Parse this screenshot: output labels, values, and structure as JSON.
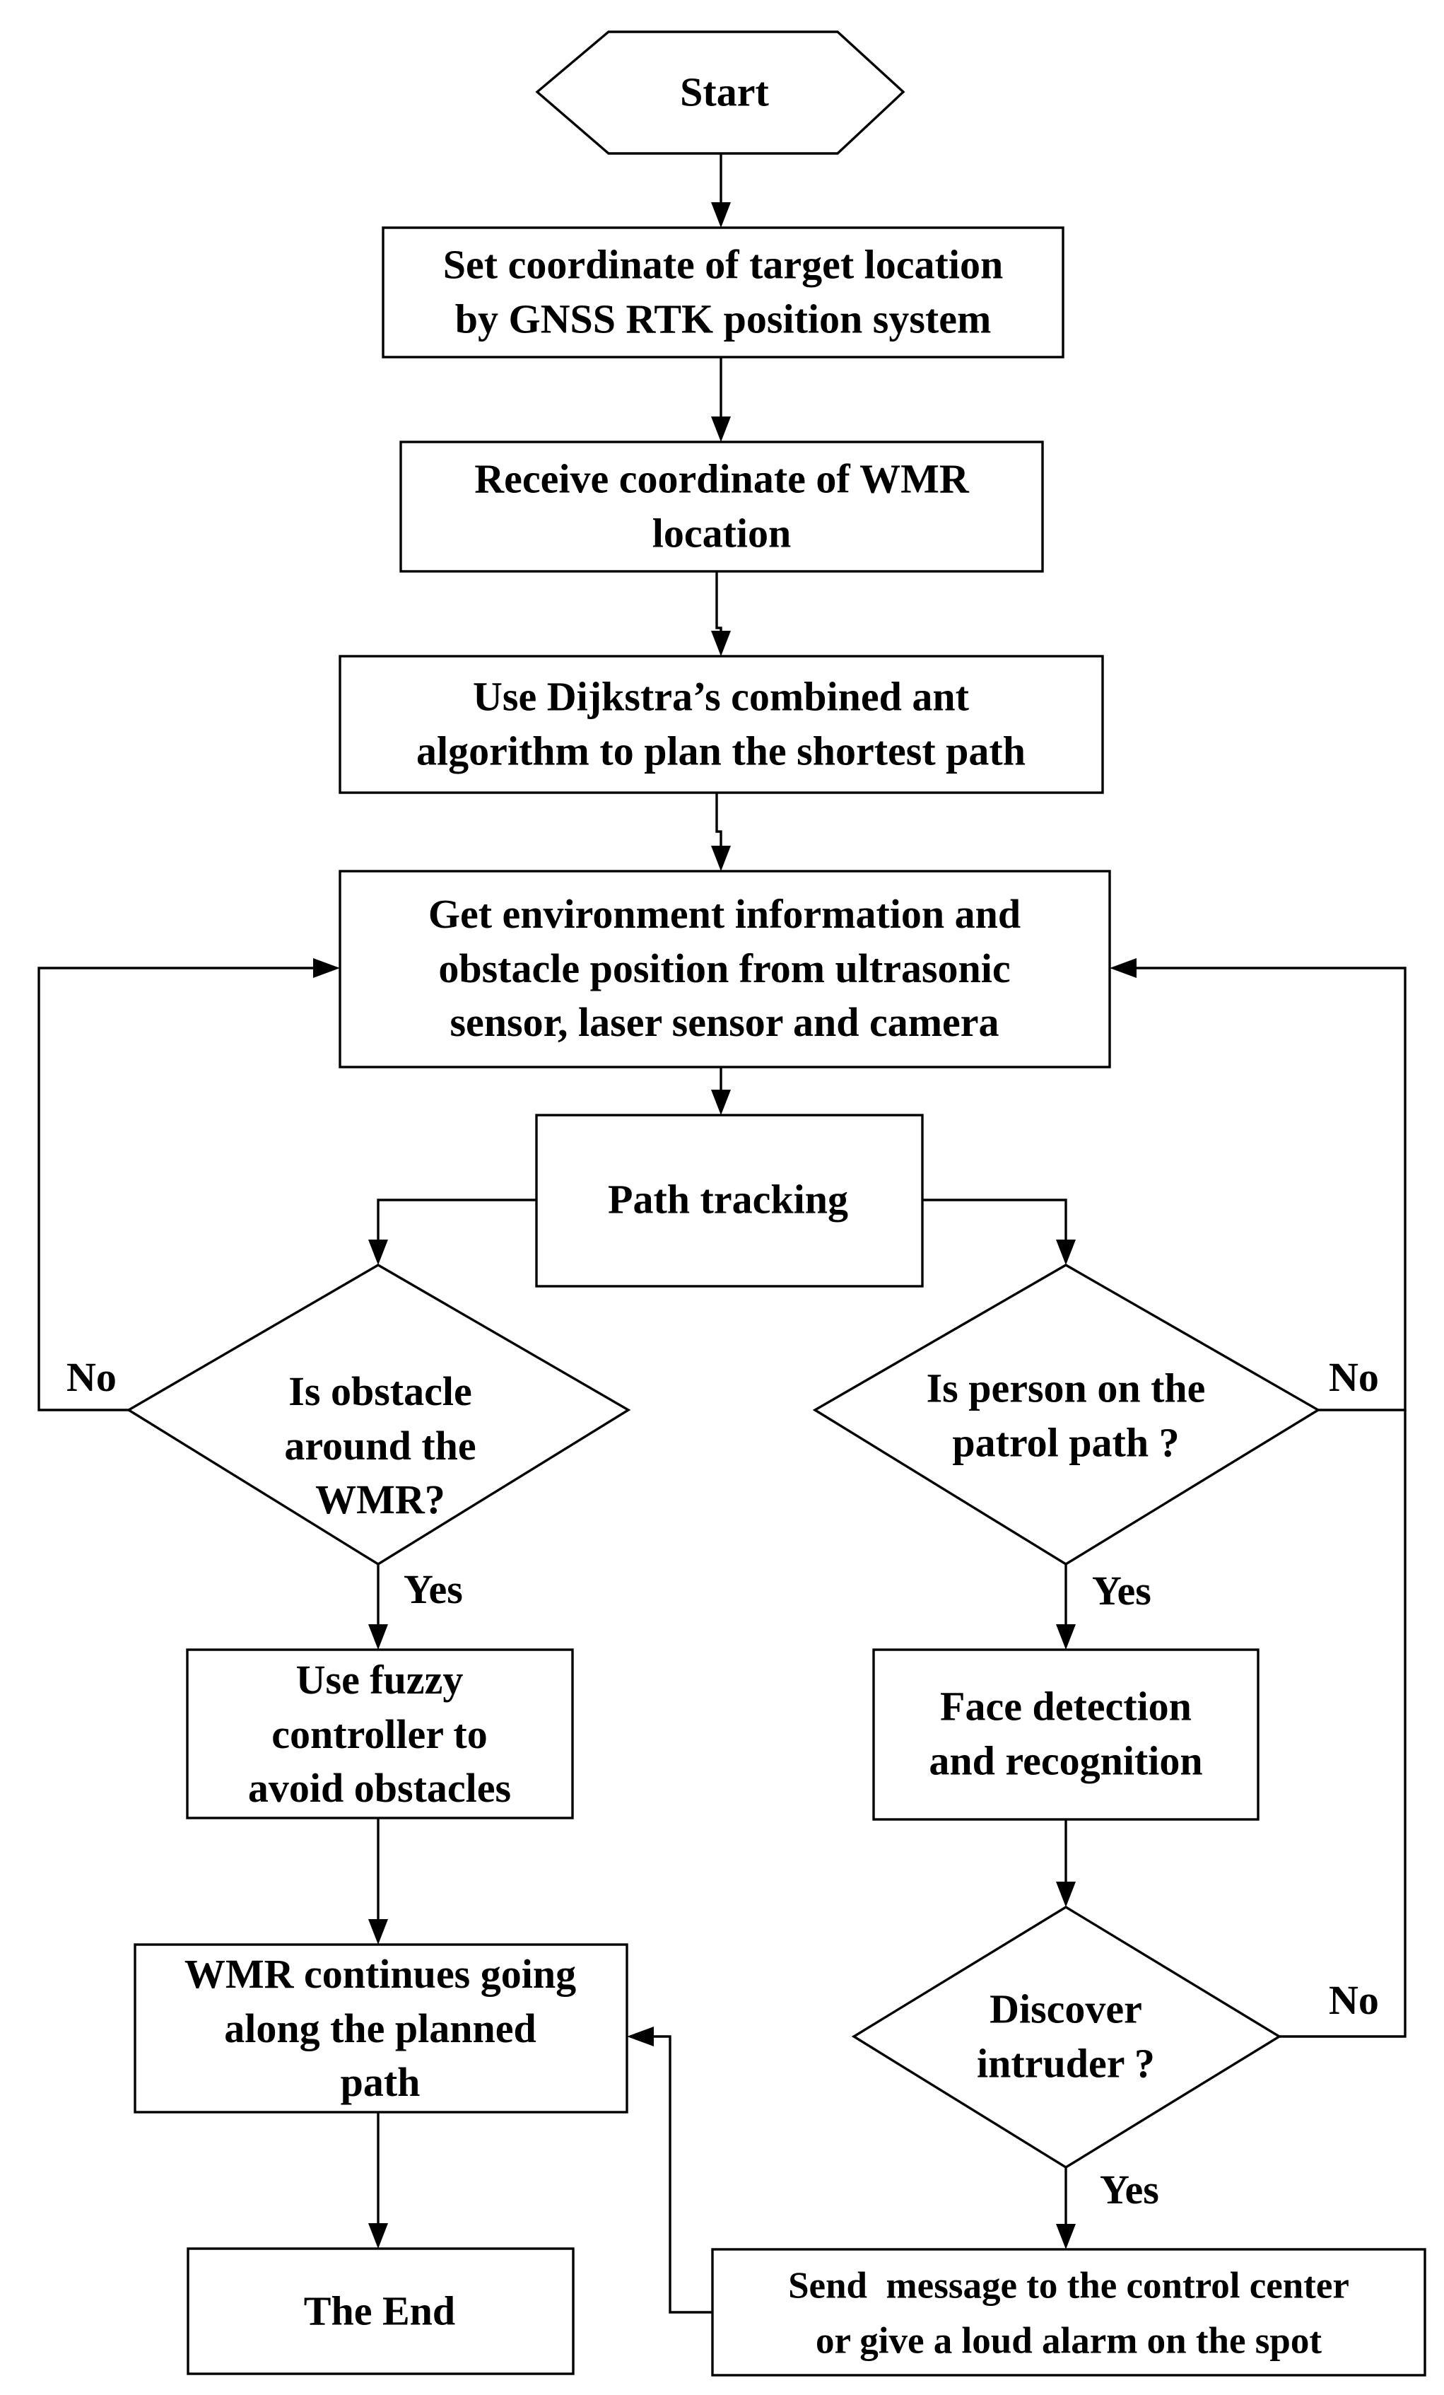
{
  "nodes": {
    "start": "Start",
    "set_target": "Set coordinate of target location\nby GNSS RTK position system",
    "receive_wmr": "Receive coordinate of WMR\nlocation",
    "dijkstra": "Use Dijkstra’s combined ant\nalgorithm to plan the shortest path",
    "get_env": "Get environment information and\nobstacle position from ultrasonic\nsensor, laser sensor and camera",
    "path_tracking": "Path tracking",
    "obstacle_decision": "Is obstacle\naround the\nWMR?",
    "person_decision": "Is person on the\npatrol path ?",
    "fuzzy": "Use fuzzy\ncontroller to\navoid obstacles",
    "face": "Face detection\nand recognition",
    "continues": "WMR continues going\nalong the planned\npath",
    "intruder_decision": "Discover\nintruder ?",
    "send": "Send  message to the control center\nor give a loud alarm on the spot",
    "end": "The End"
  },
  "branches": {
    "obstacle_no": "No",
    "obstacle_yes": "Yes",
    "person_no": "No",
    "person_yes": "Yes",
    "intruder_no": "No",
    "intruder_yes": "Yes"
  }
}
